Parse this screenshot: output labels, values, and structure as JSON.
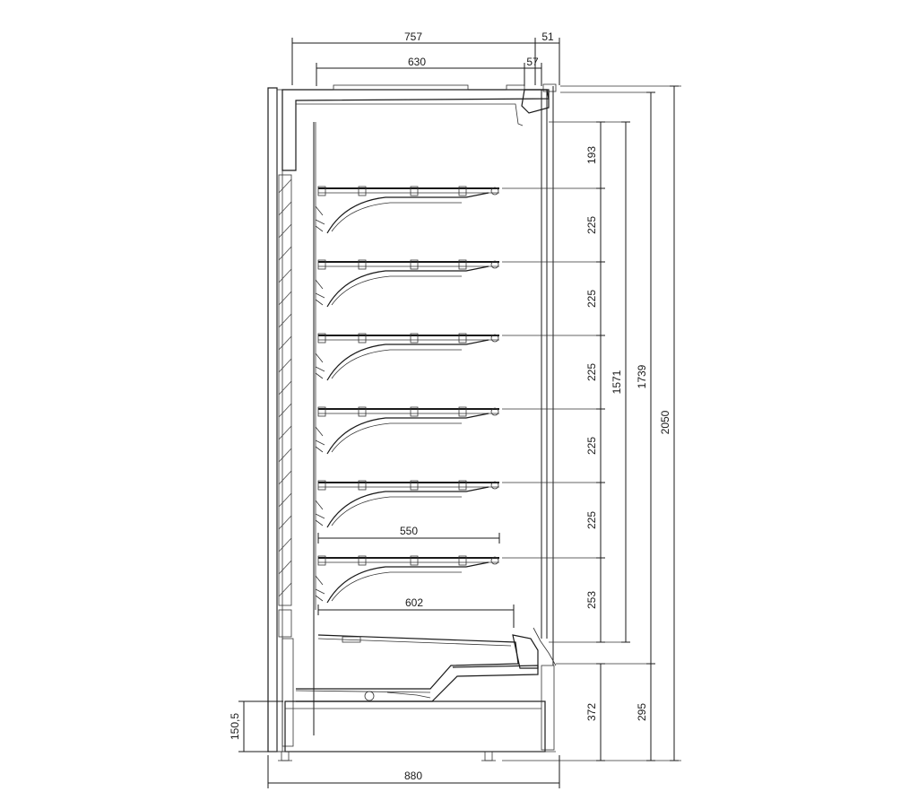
{
  "diagram": {
    "dimensions": {
      "top_width_757": "757",
      "top_width_51": "51",
      "inner_width_630": "630",
      "inner_width_57": "57",
      "shelf_depth_550": "550",
      "base_depth_602": "602",
      "total_width_880": "880",
      "foot_height_150_5": "150,5",
      "v_193": "193",
      "v_225_a": "225",
      "v_225_b": "225",
      "v_225_c": "225",
      "v_225_d": "225",
      "v_225_e": "225",
      "v_253": "253",
      "v_372": "372",
      "h_1571": "1571",
      "h_1739": "1739",
      "h_295": "295",
      "h_2050": "2050"
    }
  },
  "colors": {
    "line": "#1a1a1a",
    "background": "#ffffff"
  }
}
